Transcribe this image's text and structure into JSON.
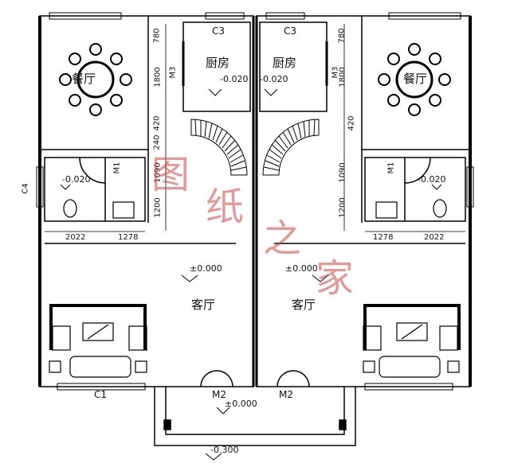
{
  "rooms": {
    "dining_left": "餐厅",
    "dining_right": "餐厅",
    "kitchen_left": "厨房",
    "kitchen_right": "厨房",
    "living_left": "客厅",
    "living_right": "客厅"
  },
  "elevations": {
    "kitchen_left": "-0.020",
    "kitchen_right": "-0.020",
    "bath_left": "-0.020",
    "bath_right": "-0.020",
    "living_left": "±0.000",
    "living_right": "±0.000",
    "porch": "±0.000",
    "outside": "-0.300"
  },
  "codes": {
    "c3_left": "C3",
    "c3_right": "C3",
    "m3_left": "M3",
    "m3_right": "M3",
    "m1_left": "M1",
    "m1_right": "M1",
    "c4": "C4",
    "c1": "C1",
    "m2_left": "M2",
    "m2_right": "M2"
  },
  "dimensions": {
    "left_v": [
      "780",
      "1800",
      "420",
      "240",
      "1090",
      "1200"
    ],
    "right_v": [
      "780",
      "1800",
      "420",
      "1090",
      "1200"
    ],
    "left_h": [
      "2022",
      "1278"
    ],
    "right_h": [
      "1278",
      "2022"
    ]
  },
  "watermark": [
    "图",
    "纸",
    "之",
    "家"
  ]
}
